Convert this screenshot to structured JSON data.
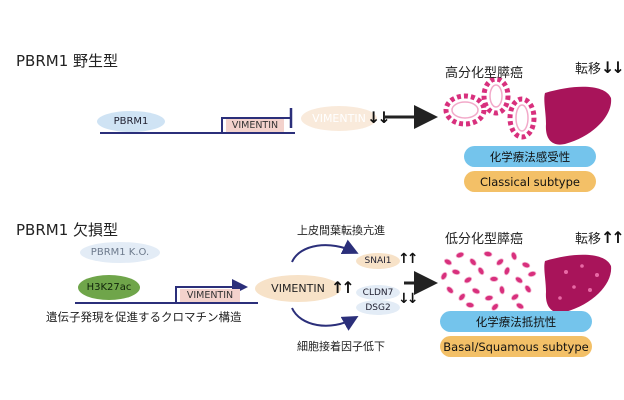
{
  "wild_type": {
    "title": "PBRM1 野生型",
    "pbrm1_label": "PBRM1",
    "gene_label": "VIMENTIN",
    "expression_label": "VIMENTIN",
    "expression_arrows": "↓↓",
    "tumor_label": "高分化型膵癌",
    "metastasis_label": "転移",
    "metastasis_arrows": "↓↓",
    "chemo_badge": "化学療法感受性",
    "subtype_badge": "Classical subtype"
  },
  "knockout": {
    "title": "PBRM1 欠損型",
    "pbrm1_label": "PBRM1 K.O.",
    "h3k27ac_label": "H3K27ac",
    "gene_label": "VIMENTIN",
    "caption": "遺伝子発現を促進するクロマチン構造",
    "expression_label": "VIMENTIN",
    "expression_arrows": "↑↑",
    "emt_label": "上皮間葉転換亢進",
    "adhesion_label": "細胞接着因子低下",
    "snai1_label": "SNAI1",
    "snai1_arrows": "↑↑",
    "cldn7_label": "CLDN7",
    "dsg2_label": "DSG2",
    "adhesion_arrows": "↓↓",
    "tumor_label": "低分化型膵癌",
    "metastasis_label": "転移",
    "metastasis_arrows": "↑↑",
    "chemo_badge": "化学療法抵抗性",
    "subtype_badge": "Basal/Squamous subtype"
  },
  "colors": {
    "line": "#2b2f7a",
    "pbrm1_pill": "#cfe3f4",
    "pbrm1_ko_pill": "#e3ecf6",
    "gene_box": "#f3d2cc",
    "vimentin_pill": "#f7e2c8",
    "h3k27ac_green": "#6fa54a",
    "cancer_pink": "#d8307d",
    "liver": "#a8145a",
    "chemo_blue": "#74c4ec",
    "subtype_orange": "#f3c067"
  }
}
